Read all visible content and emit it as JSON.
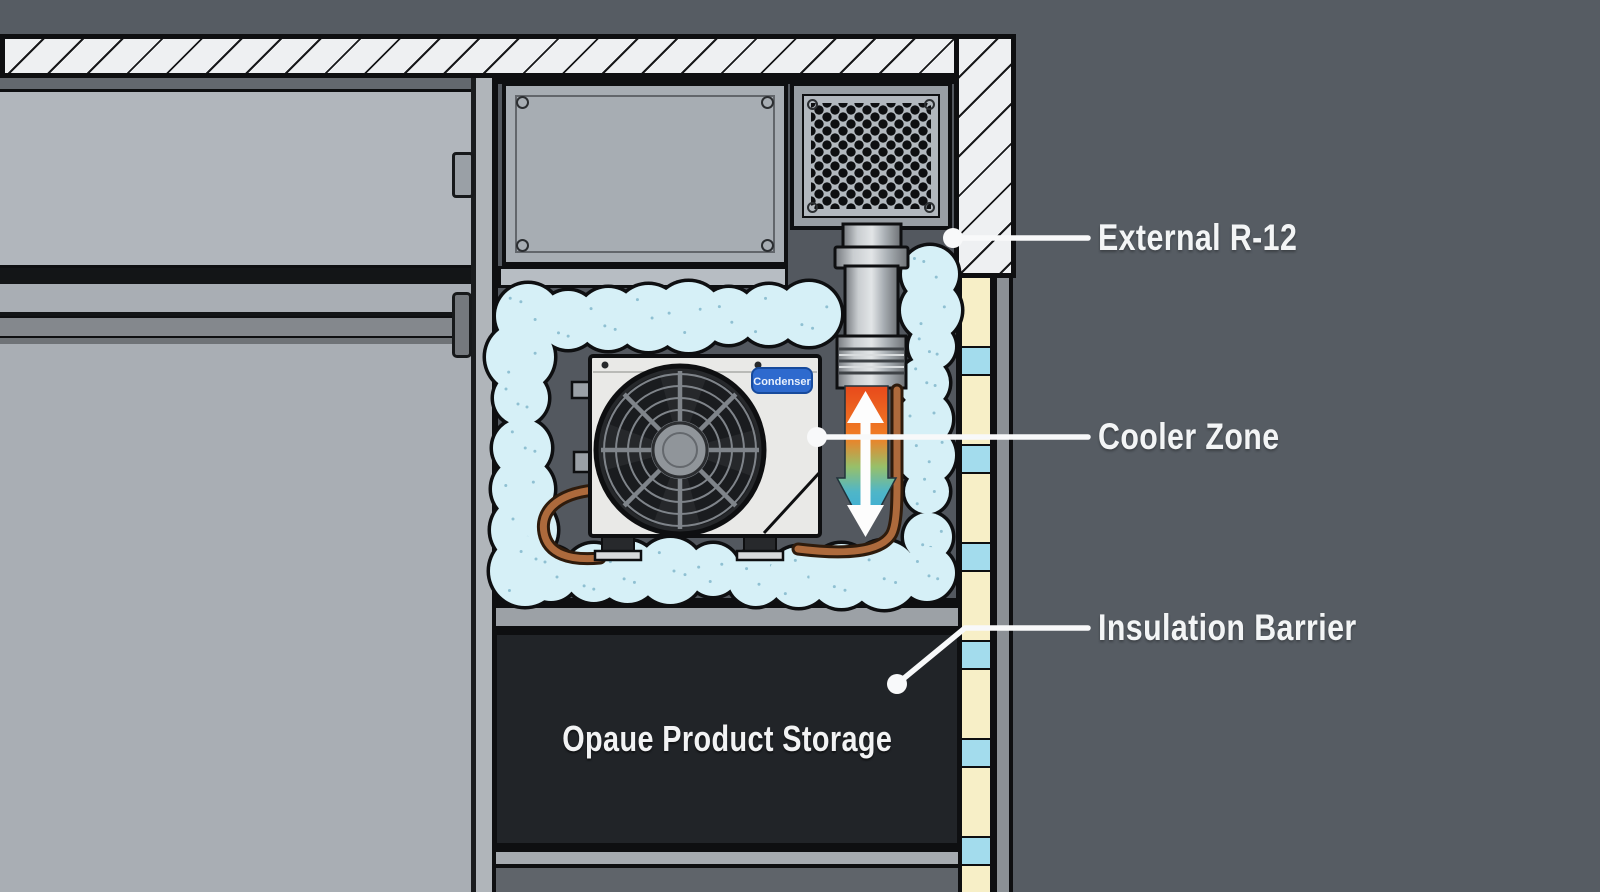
{
  "diagram": {
    "callouts": [
      {
        "id": "external-r12",
        "label": "External R-12"
      },
      {
        "id": "cooler-zone",
        "label": "Cooler Zone"
      },
      {
        "id": "insulation-barrier",
        "label": "Insulation Barrier"
      }
    ],
    "storage_label": "Opaue Product Storage",
    "condenser_badge": "Condenser",
    "colors": {
      "background": "#565c63",
      "cabinet_gray": "#a9aeb4",
      "hatch_fill": "#eef0f2",
      "cavity": "#53585f",
      "cloud": "#d6f0f7",
      "insulation_yellow": "#f7efc7",
      "insulation_blue": "#a3dced",
      "storage": "#212428",
      "copper": "#ad6a3c",
      "badge_blue": "#2e6ace",
      "gradient_hot": "#e8491b",
      "gradient_cold": "#2da6e2",
      "label_text": "#f3f5f6",
      "callout_line": "#f8f9fa"
    }
  }
}
